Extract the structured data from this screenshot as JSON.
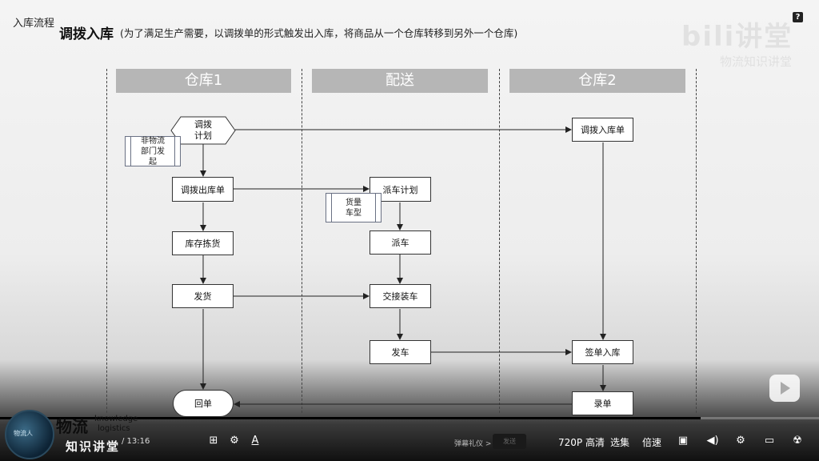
{
  "header": {
    "breadcrumb": "入库流程",
    "title": "调拨入库",
    "subtitle": "(为了满足生产需要，以调拨单的形式触发出入库，将商品从一个仓库转移到另外一个仓库)",
    "watermark_logo": "bili讲堂",
    "watermark_sub": "物流知识讲堂",
    "help_label": "?"
  },
  "lanes": [
    "仓库1",
    "配送",
    "仓库2"
  ],
  "nodes": {
    "plan": "调拨\n计划",
    "non_logistics": "非物流\n部门发\n起",
    "out_order": "调拨出库单",
    "picking": "库存拣货",
    "shipping": "发货",
    "receipt": "回单",
    "dispatch_plan": "派车计划",
    "cargo_type": "货量\n车型",
    "dispatch": "派车",
    "handover": "交接装车",
    "depart": "发车",
    "in_order": "调拨入库单",
    "sign_in": "签单入库",
    "record": "录单"
  },
  "player": {
    "time": "/ 13:16",
    "progress": 0.855,
    "danmaku_label": "弹幕礼仪 >",
    "danmaku_send": "发送",
    "quality": "720P 高清",
    "episodes": "选集",
    "speed": "倍速",
    "brand_main": "物流",
    "brand_en1": "knowledge",
    "brand_en2": "logistics",
    "brand_sub": "知识讲堂",
    "avatar_text": "物流人"
  }
}
